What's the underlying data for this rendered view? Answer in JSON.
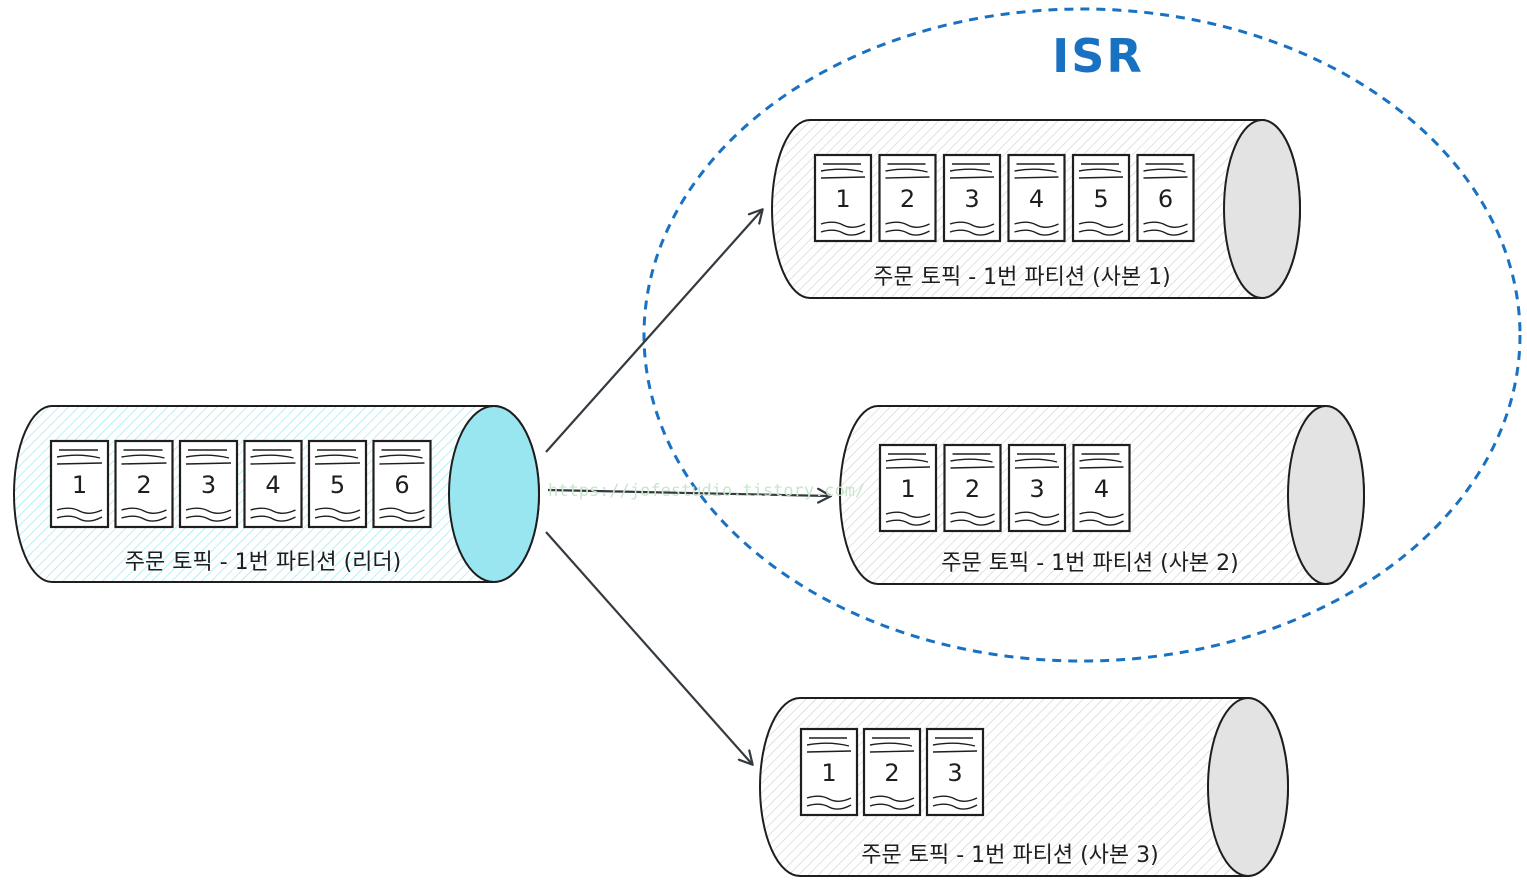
{
  "isr_label": "ISR",
  "watermark": "https://jofestudio.tistory.com/",
  "colors": {
    "leader_end": "#99e6f0",
    "replica_end": "#e3e3e3",
    "isr_border": "#1971c2",
    "stroke": "#1e1e1e"
  },
  "partitions": {
    "leader": {
      "label": "주문 토픽 - 1번 파티션 (리더)",
      "messages": [
        "1",
        "2",
        "3",
        "4",
        "5",
        "6"
      ]
    },
    "replica1": {
      "label": "주문 토픽 - 1번 파티션 (사본 1)",
      "messages": [
        "1",
        "2",
        "3",
        "4",
        "5",
        "6"
      ]
    },
    "replica2": {
      "label": "주문 토픽 - 1번 파티션 (사본 2)",
      "messages": [
        "1",
        "2",
        "3",
        "4"
      ]
    },
    "replica3": {
      "label": "주문 토픽 - 1번 파티션 (사본 3)",
      "messages": [
        "1",
        "2",
        "3"
      ]
    }
  }
}
